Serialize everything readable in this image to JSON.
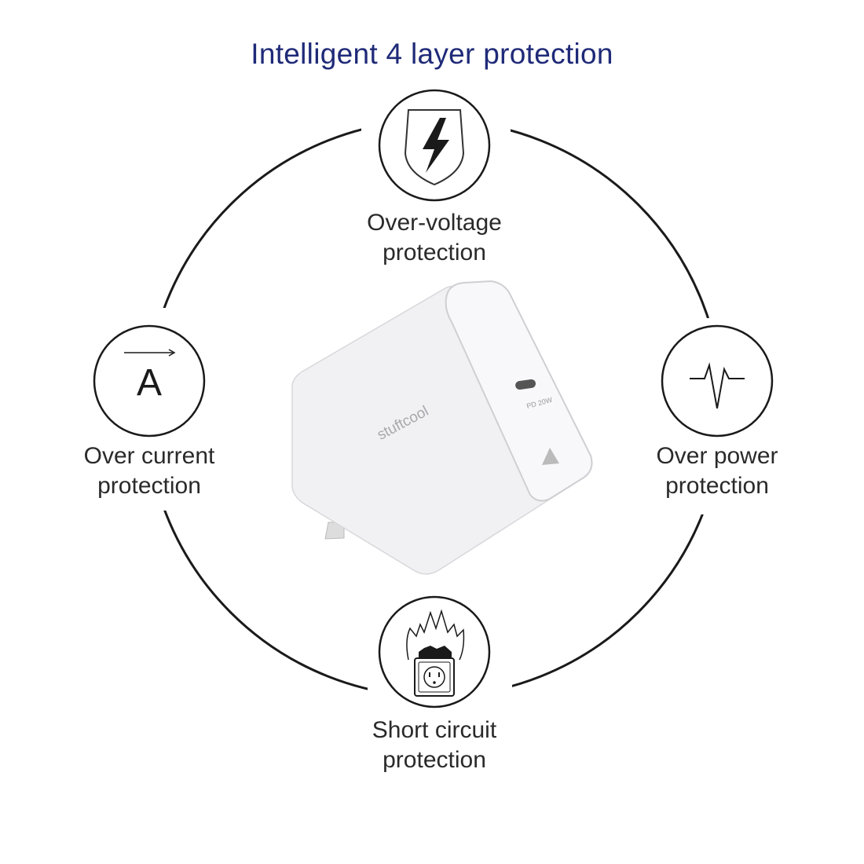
{
  "title": "Intelligent 4 layer protection",
  "features": [
    {
      "icon": "shield-lightning-icon",
      "line1": "Over-voltage",
      "line2": "protection"
    },
    {
      "icon": "ampere-icon",
      "symbol": "A",
      "line1": "Over current",
      "line2": "protection"
    },
    {
      "icon": "pulse-icon",
      "line1": "Over power",
      "line2": "protection"
    },
    {
      "icon": "burning-outlet-icon",
      "line1": "Short circuit",
      "line2": "protection"
    }
  ],
  "product": {
    "brand": "stuftcool",
    "port_label": "PD 20W"
  },
  "colors": {
    "title": "#1f2a78",
    "text": "#2a2a2a",
    "line": "#1a1a1a"
  }
}
